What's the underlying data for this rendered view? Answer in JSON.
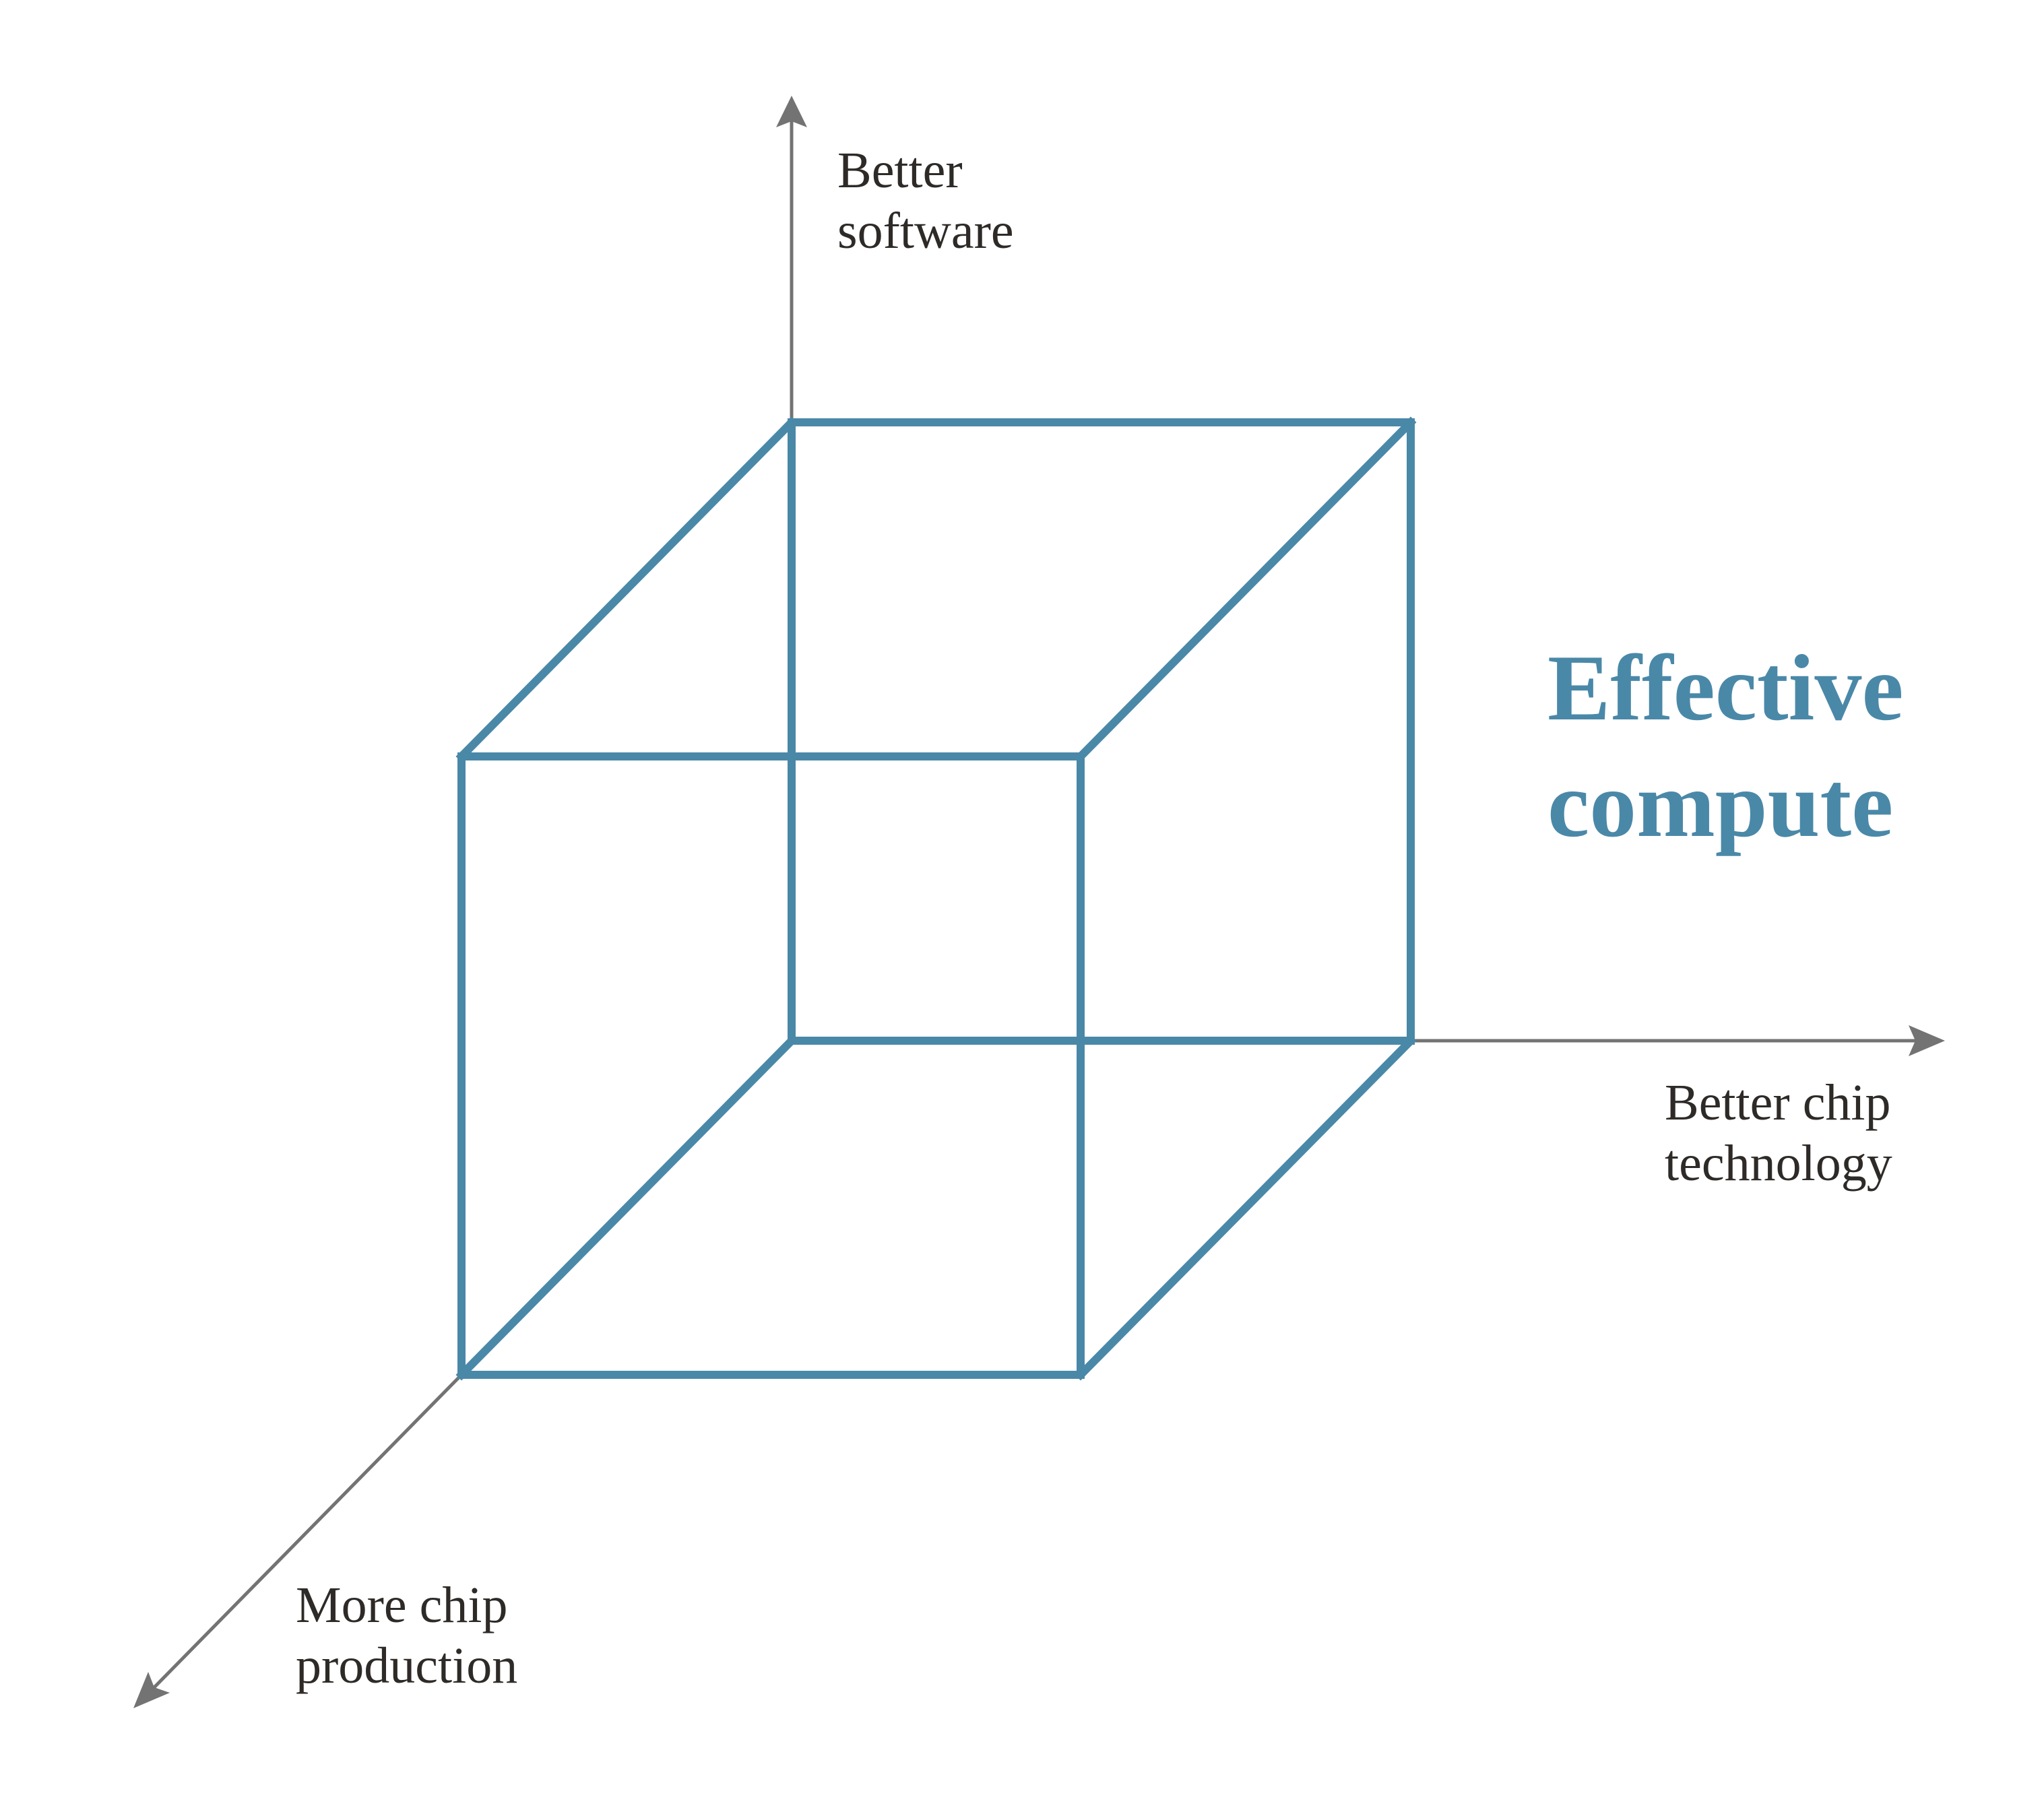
{
  "diagram": {
    "type": "3d-cube-axes",
    "title": {
      "line1": "Effective",
      "line2": "compute"
    },
    "axes": {
      "vertical": {
        "line1": "Better",
        "line2": "software"
      },
      "horizontal": {
        "line1": "Better chip",
        "line2": "technology"
      },
      "depth": {
        "line1": "More chip",
        "line2": "production"
      }
    },
    "colors": {
      "cube": "#4a88a8",
      "axis": "#737373",
      "text": "#2e2a27",
      "title": "#4a88a8",
      "background": "#ffffff"
    }
  }
}
